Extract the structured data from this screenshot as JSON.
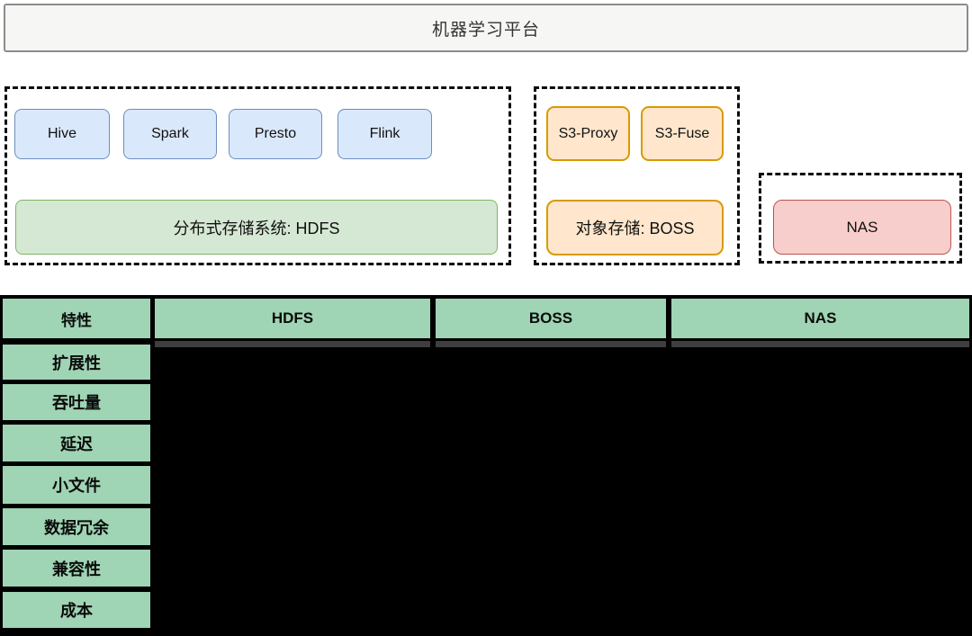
{
  "title": {
    "text": "机器学习平台"
  },
  "hdfs_cluster": {
    "engines": [
      "Hive",
      "Spark",
      "Presto",
      "Flink"
    ],
    "storage_label": "分布式存储系统: HDFS"
  },
  "boss_cluster": {
    "gateways": [
      "S3-Proxy",
      "S3-Fuse"
    ],
    "storage_label": "对象存储: BOSS"
  },
  "nas_cluster": {
    "storage_label": "NAS"
  },
  "comparison_table": {
    "headers": [
      "特性",
      "HDFS",
      "BOSS",
      "NAS"
    ],
    "features": [
      "扩展性",
      "吞吐量",
      "延迟",
      "小文件",
      "数据冗余",
      "兼容性",
      "成本"
    ]
  },
  "colors": {
    "engine_fill": "#dae8fc",
    "engine_border": "#6c8ebf",
    "hdfs_fill": "#d5e8d4",
    "hdfs_border": "#82b366",
    "boss_fill": "#ffe6cc",
    "boss_border": "#d79b00",
    "nas_fill": "#f8cecc",
    "nas_border": "#b85450",
    "table_green": "#9fd4b4",
    "table_body": "#000000",
    "title_bg": "#f6f6f5"
  }
}
